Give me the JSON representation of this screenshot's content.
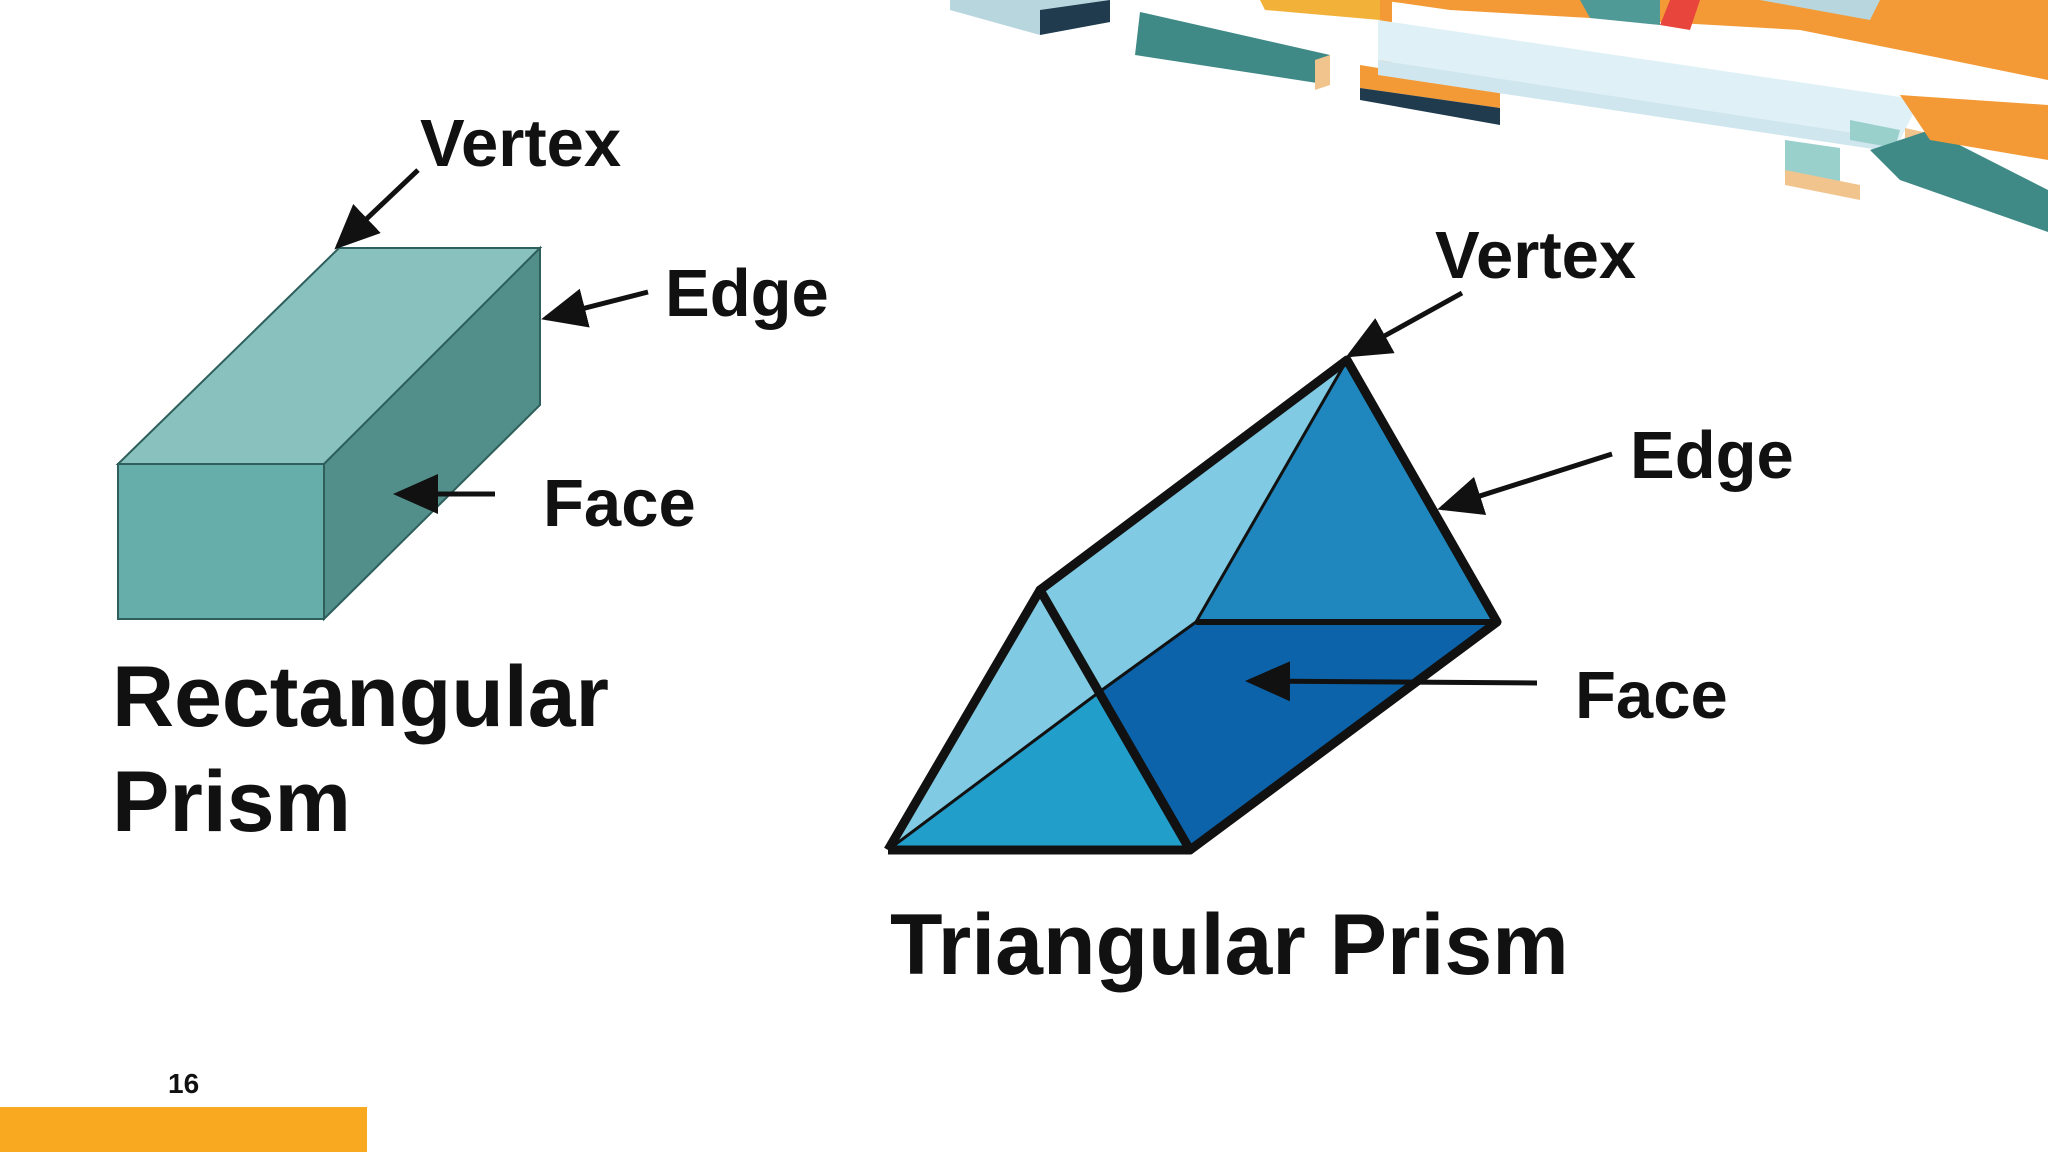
{
  "colors": {
    "background": "#ffffff",
    "footer_bar": "#f9a91f",
    "rect_top": "#88c1bd",
    "rect_front": "#66aeaa",
    "rect_side": "#528f8a",
    "tri_light": "#80cbe3",
    "tri_mid": "#1f87bd",
    "tri_dark": "#0c63aa",
    "tri_front_bottom": "#229ecb",
    "deco_orange": "#f39a36",
    "deco_teal": "#3f8a86",
    "deco_light_blue": "#dff1f7",
    "deco_red": "#e8453c",
    "deco_navy": "#1f3b4d"
  },
  "rectangular_prism": {
    "title_line1": "Rectangular",
    "title_line2": "Prism",
    "vertex_label": "Vertex",
    "edge_label": "Edge",
    "face_label": "Face"
  },
  "triangular_prism": {
    "title": "Triangular Prism",
    "vertex_label": "Vertex",
    "edge_label": "Edge",
    "face_label": "Face"
  },
  "page_number": "16"
}
